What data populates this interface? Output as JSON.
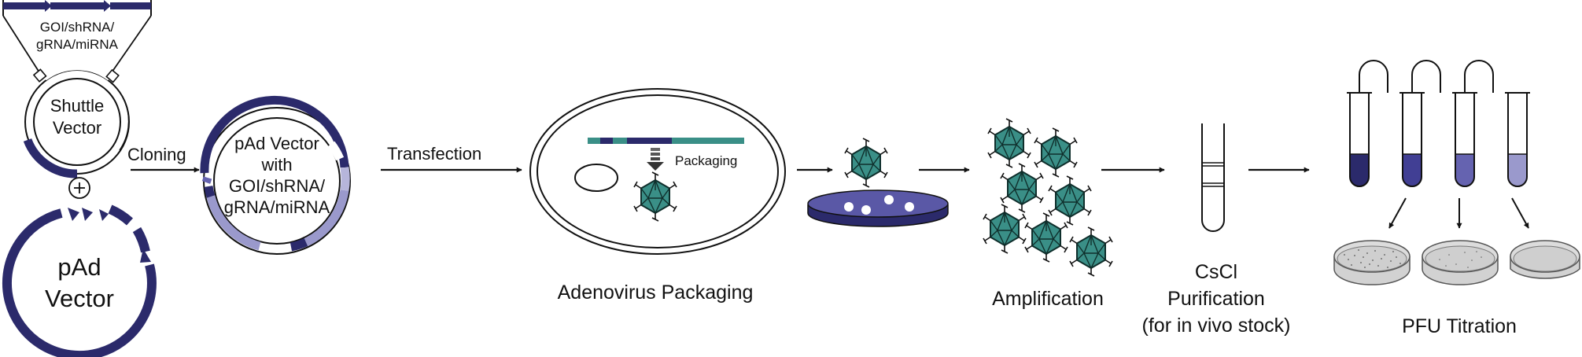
{
  "labels": {
    "insert": [
      "GOI/shRNA/",
      "gRNA/miRNA"
    ],
    "shuttle": [
      "Shuttle",
      "Vector"
    ],
    "plus": "+",
    "pad_vector": [
      "pAd",
      "Vector"
    ],
    "cloning": "Cloning",
    "recombinant": [
      "pAd Vector",
      "with",
      "GOI/shRNA/",
      "gRNA/miRNA"
    ],
    "transfection": "Transfection",
    "packaging_inner": "Packaging",
    "packaging_caption": "Adenovirus Packaging",
    "amplification": "Amplification",
    "cscl": [
      "CsCl",
      "Purification",
      "(for in vivo stock)"
    ],
    "pfu": "PFU Titration"
  },
  "colors": {
    "navy": "#2b2a6b",
    "mid_purple": "#6563b0",
    "light_purple": "#9a99cc",
    "pale_purple": "#b6b5da",
    "teal": "#3a8f87",
    "dish_purple": "#5a58a6",
    "gray_dish": "#d2d2d2",
    "line": "#111111"
  },
  "icons": [
    "shuttle-plasmid",
    "pad-plasmid",
    "recombinant-plasmid",
    "cell",
    "virion",
    "culture-dish",
    "cscl-tube",
    "test-tube",
    "petri-dish",
    "arrow"
  ]
}
